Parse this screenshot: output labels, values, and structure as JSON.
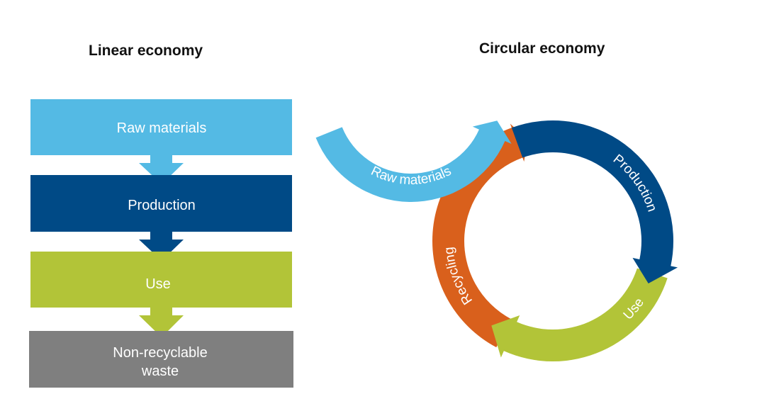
{
  "linear": {
    "title": "Linear economy",
    "steps": [
      {
        "label": "Raw materials",
        "color": "#54BAE4"
      },
      {
        "label": "Production",
        "color": "#004A86"
      },
      {
        "label": "Use",
        "color": "#B2C438"
      },
      {
        "label_line1": "Non-recyclable",
        "label_line2": "waste",
        "color": "#7F7F7F"
      }
    ]
  },
  "circular": {
    "title": "Circular economy",
    "raw_materials": {
      "label": "Raw materials",
      "color": "#54BAE4"
    },
    "production": {
      "label": "Production",
      "color": "#004A86"
    },
    "use": {
      "label": "Use",
      "color": "#B2C438"
    },
    "recycling": {
      "label": "Recycling",
      "color": "#D9601C"
    }
  }
}
